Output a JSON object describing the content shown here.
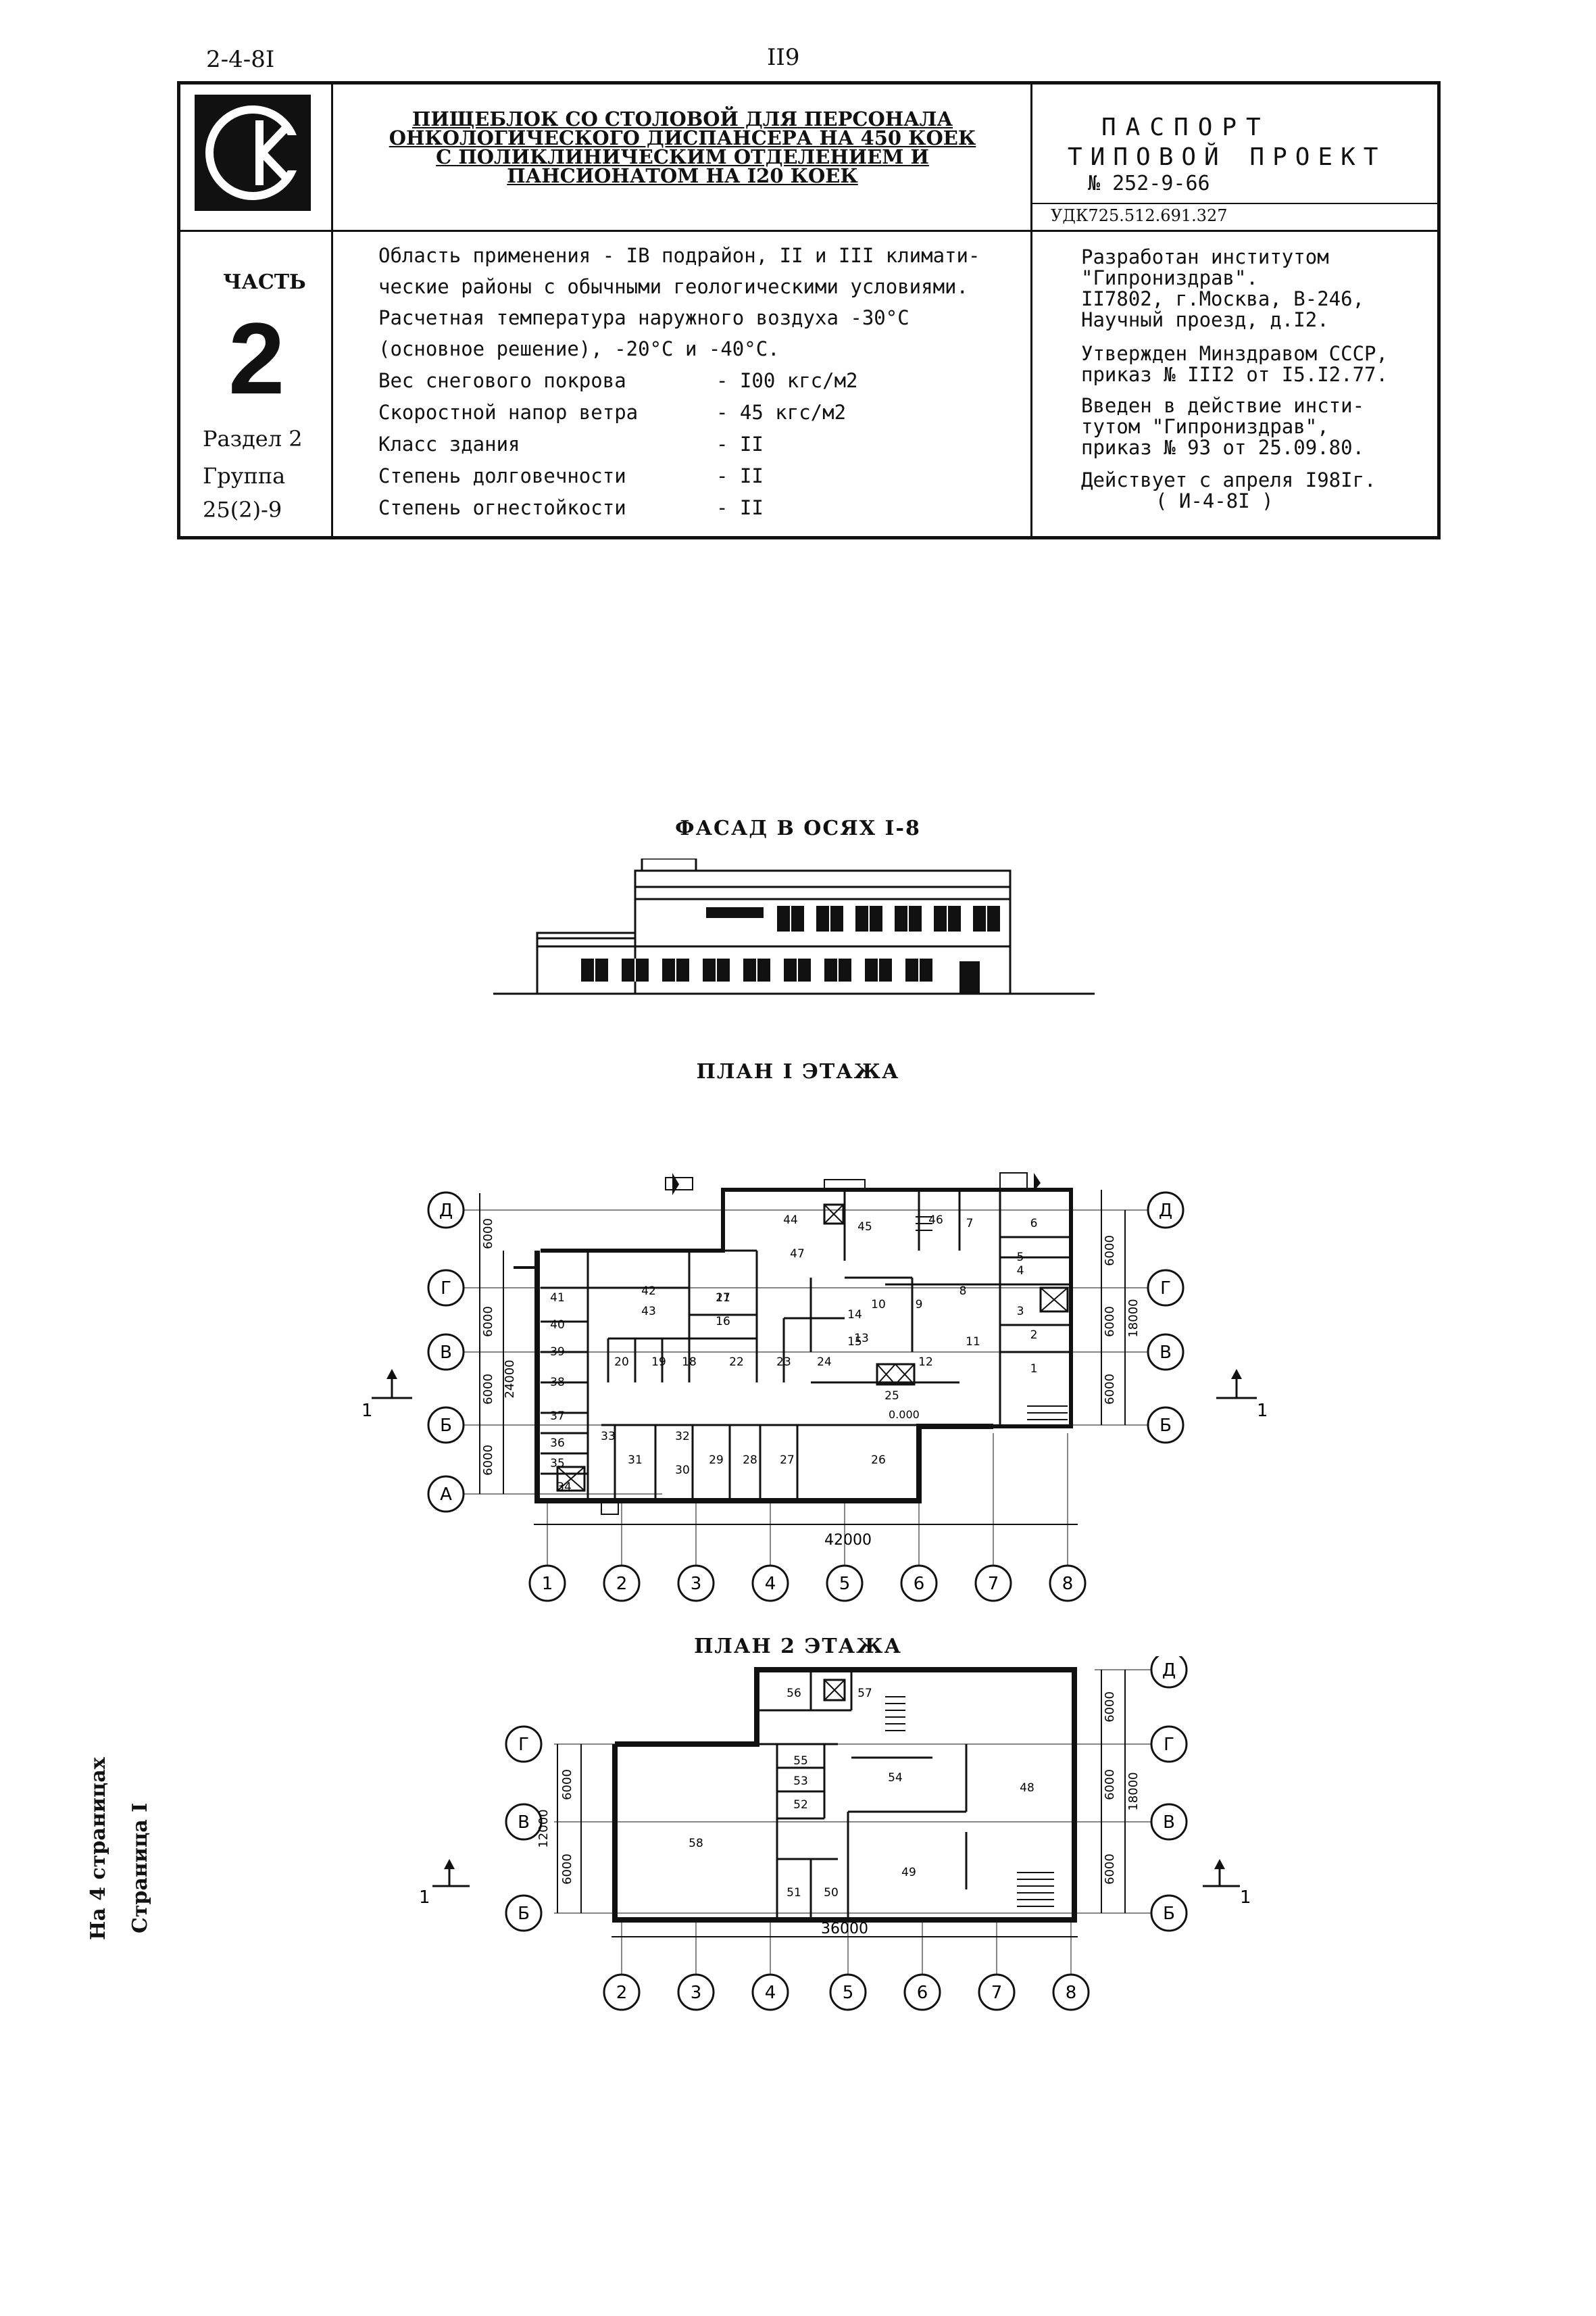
{
  "header": {
    "code": "2-4-8I",
    "page_number": "II9"
  },
  "title_block": {
    "title_lines": [
      "ПИЩЕБЛОК СО СТОЛОВОЙ ДЛЯ ПЕРСОНАЛА",
      "ОНКОЛОГИЧЕСКОГО ДИСПАНСЕРА НА 450 КОЕК",
      "С ПОЛИКЛИНИЧЕСКИМ ОТДЕЛЕНИЕМ И",
      "ПАНСИОНАТОМ НА I20 КОЕК"
    ],
    "passport": "ПАСПОРТ",
    "project_type": "ТИПОВОЙ ПРОЕКТ",
    "project_number": "№ 252-9-66",
    "udk": "УДК725.512.691.327",
    "part_label": "ЧАСТЬ",
    "part_number": "2",
    "section": "Раздел 2",
    "group": "Группа",
    "group_code": "25(2)-9",
    "specs": [
      "Область применения - IВ подрайон, II и III климати-",
      "ческие районы с обычными геологическими условиями.",
      "Расчетная температура наружного воздуха -30°С",
      "(основное решение), -20°С и -40°С."
    ],
    "spec_rows": [
      {
        "label": "Вес снегового покрова",
        "value": "-  I00 кгс/м2"
      },
      {
        "label": "Скоростной напор ветра",
        "value": "-  45 кгс/м2"
      },
      {
        "label": "Класс здания",
        "value": "-  II"
      },
      {
        "label": "Степень долговечности",
        "value": "-  II"
      },
      {
        "label": "Степень огнестойкости",
        "value": "-  II"
      }
    ],
    "dev_lines": [
      "Разработан институтом",
      "\"Гипрониздрав\".",
      "II7802, г.Москва, В-246,",
      "Научный проезд, д.I2."
    ],
    "approved_lines": [
      "Утвержден Минздравом СССР,",
      "приказ № III2 от I5.I2.77."
    ],
    "introduced_lines": [
      "Введен в действие инсти-",
      "тутом \"Гипрониздрав\",",
      "приказ № 93 от 25.09.80."
    ],
    "effective_lines": [
      "Действует с апреля I98Iг.",
      "( И-4-8I )"
    ]
  },
  "facade": {
    "caption": "ФАСАД В ОСЯХ I-8"
  },
  "plan1": {
    "caption": "ПЛАН I ЭТАЖА",
    "row_axes": [
      "Д",
      "Г",
      "В",
      "Б",
      "А"
    ],
    "col_axes": [
      "1",
      "2",
      "3",
      "4",
      "5",
      "6",
      "7",
      "8"
    ],
    "dims_left": [
      "6000",
      "6000",
      "6000",
      "6000"
    ],
    "dim_total_left": "24000",
    "dims_right": [
      "6000",
      "6000",
      "6000"
    ],
    "dim_total_right": "18000",
    "dim_bottom": "42000",
    "level_mark": "0.000",
    "section_mark": "1",
    "rooms": [
      "1",
      "2",
      "3",
      "4",
      "5",
      "6",
      "7",
      "8",
      "9",
      "10",
      "11",
      "12",
      "13",
      "14",
      "15",
      "16",
      "17",
      "18",
      "19",
      "20",
      "21",
      "22",
      "23",
      "24",
      "25",
      "26",
      "27",
      "28",
      "29",
      "30",
      "31",
      "32",
      "33",
      "34",
      "35",
      "36",
      "37",
      "38",
      "39",
      "40",
      "41",
      "42",
      "43",
      "44",
      "45",
      "46",
      "47"
    ]
  },
  "plan2": {
    "caption": "ПЛАН 2 ЭТАЖА",
    "row_axes": [
      "Д",
      "Г",
      "В",
      "Б"
    ],
    "col_axes": [
      "2",
      "3",
      "4",
      "5",
      "6",
      "7",
      "8"
    ],
    "dims_left": [
      "6000",
      "6000"
    ],
    "dim_total_left": "12000",
    "dims_right": [
      "6000",
      "6000",
      "6000"
    ],
    "dim_total_right": "18000",
    "dim_bottom": "36000",
    "section_mark": "1",
    "rooms": [
      "48",
      "49",
      "50",
      "51",
      "52",
      "53",
      "54",
      "55",
      "56",
      "57",
      "58"
    ]
  },
  "side_text": {
    "pages": "На 4 страницах",
    "page": "Страница I"
  }
}
